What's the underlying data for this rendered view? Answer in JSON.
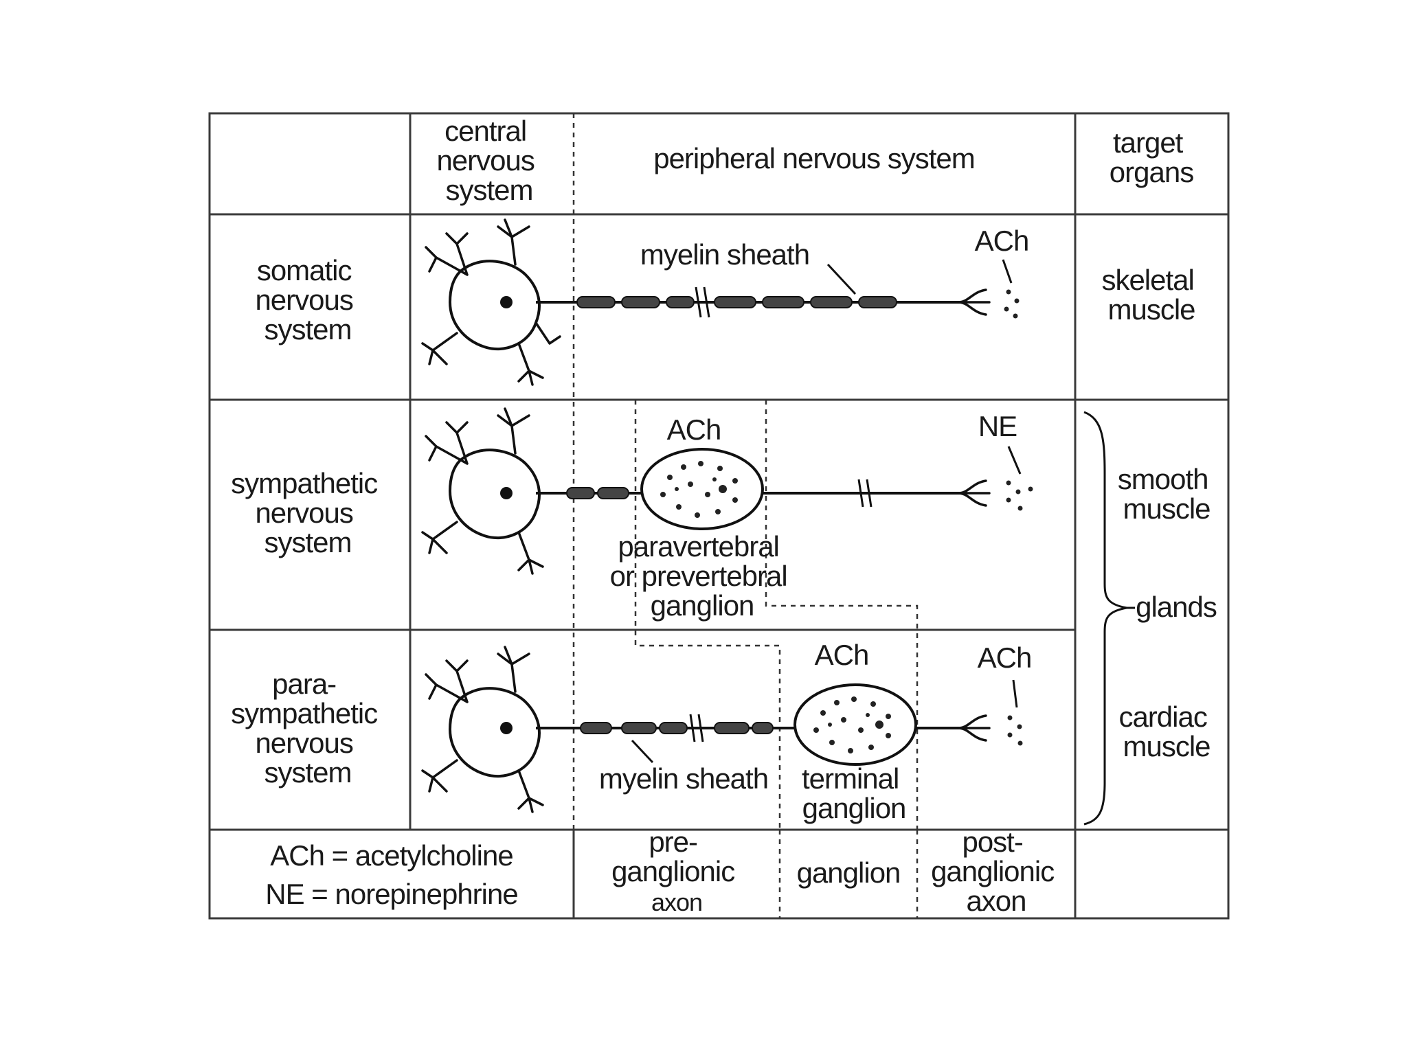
{
  "header": {
    "cns": [
      "central",
      "nervous",
      "system"
    ],
    "pns": "peripheral nervous  system",
    "target": [
      "target",
      "organs"
    ]
  },
  "rows": {
    "somatic": {
      "label": [
        "somatic",
        "nervous",
        "system"
      ],
      "myelin": "myelin sheath",
      "transmitter": "ACh",
      "target": [
        "skeletal",
        "muscle"
      ]
    },
    "sympathetic": {
      "label": [
        "sympathetic",
        "nervous",
        "system"
      ],
      "ganglion_transmitter": "ACh",
      "transmitter": "NE",
      "ganglion": [
        "paravertebral",
        "or prevertebral",
        "ganglion"
      ]
    },
    "parasympathetic": {
      "label": [
        "para-",
        "sympathetic",
        "nervous",
        "system"
      ],
      "ganglion_transmitter": "ACh",
      "transmitter": "ACh",
      "myelin": "myelin sheath",
      "ganglion": [
        "terminal",
        "ganglion"
      ]
    }
  },
  "targets_shared": {
    "smooth": [
      "smooth",
      "muscle"
    ],
    "glands": "glands",
    "cardiac": [
      "cardiac",
      "muscle"
    ]
  },
  "legend": {
    "ach": "ACh = acetylcholine",
    "ne": "NE = norepinephrine"
  },
  "footer": {
    "pre": [
      "pre-",
      "ganglionic",
      "axon"
    ],
    "ganglion": "ganglion",
    "post": [
      "post-",
      "ganglionic",
      "axon"
    ]
  }
}
